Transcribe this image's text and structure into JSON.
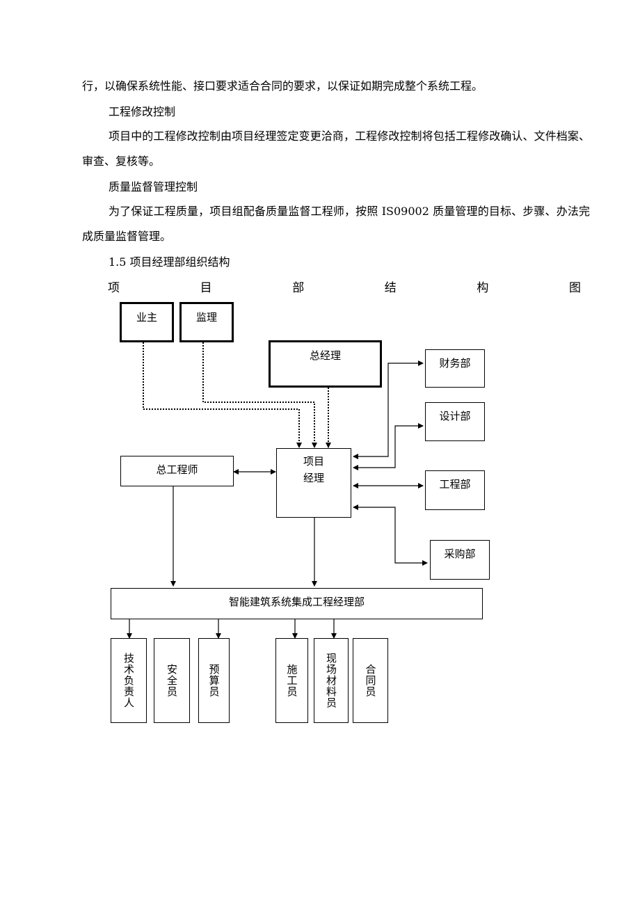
{
  "paragraphs": {
    "p1": "行，以确保系统性能、接口要求适合合同的要求，以保证如期完成整个系统工程。",
    "h1": "工程修改控制",
    "p2": "项目中的工程修改控制由项目经理签定变更洽商，工程修改控制将包括工程修改确认、文件档案、审查、复核等。",
    "h2": "质量监督管理控制",
    "p3": "为了保证工程质量，项目组配备质量监督工程师，按照 IS09002 质量管理的目标、步骤、办法完成质量监督管理。",
    "h3": "1.5 项目经理部组织结构",
    "chart_title_chars": [
      "项",
      "目",
      "部",
      "结",
      "构",
      "图"
    ]
  },
  "org_chart": {
    "owner": "业主",
    "supervisor": "监理",
    "general_manager": "总经理",
    "project_manager": "项目\n经理",
    "chief_engineer": "总工程师",
    "finance": "财务部",
    "design": "设计部",
    "engineering": "工程部",
    "purchasing": "采购部",
    "dept": "智能建筑系统集成工程经理部",
    "staff": {
      "tech_lead": "技术负责人",
      "safety": "安全员",
      "budget": "预算员",
      "construction": "施工员",
      "materials": "现场材料员",
      "contract": "合同员"
    }
  }
}
